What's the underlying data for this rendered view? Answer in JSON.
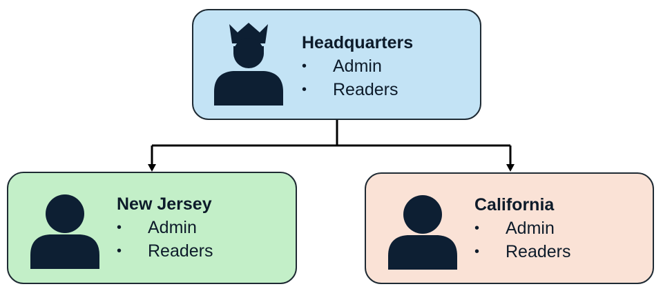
{
  "nodes": {
    "headquarters": {
      "title": "Headquarters",
      "items": [
        "Admin",
        "Readers"
      ],
      "fill": "#c3e3f5",
      "icon": "crowned-person-icon"
    },
    "new_jersey": {
      "title": "New Jersey",
      "items": [
        "Admin",
        "Readers"
      ],
      "fill": "#c3efc8",
      "icon": "person-icon"
    },
    "california": {
      "title": "California",
      "items": [
        "Admin",
        "Readers"
      ],
      "fill": "#fae2d6",
      "icon": "person-icon"
    }
  },
  "bullet": "•",
  "colors": {
    "border": "#1e2a33",
    "icon": "#0d1f33",
    "connector": "#000000"
  }
}
